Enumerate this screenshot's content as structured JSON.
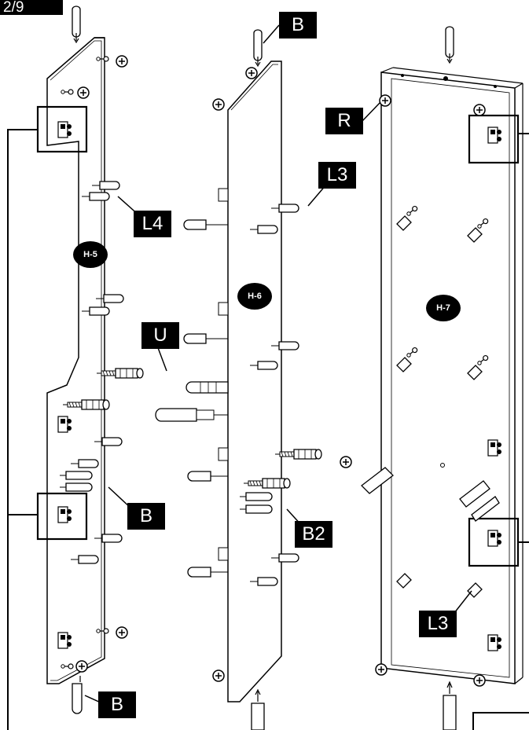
{
  "step": {
    "label": "2/9"
  },
  "panels": [
    {
      "id": "H-5"
    },
    {
      "id": "H-6"
    },
    {
      "id": "H-7"
    }
  ],
  "callouts": {
    "b_top": "B",
    "r": "R",
    "l3_top": "L3",
    "l4": "L4",
    "u": "U",
    "b_mid": "B",
    "b2": "B2",
    "l3_bottom": "L3",
    "b_bottom": "B"
  }
}
